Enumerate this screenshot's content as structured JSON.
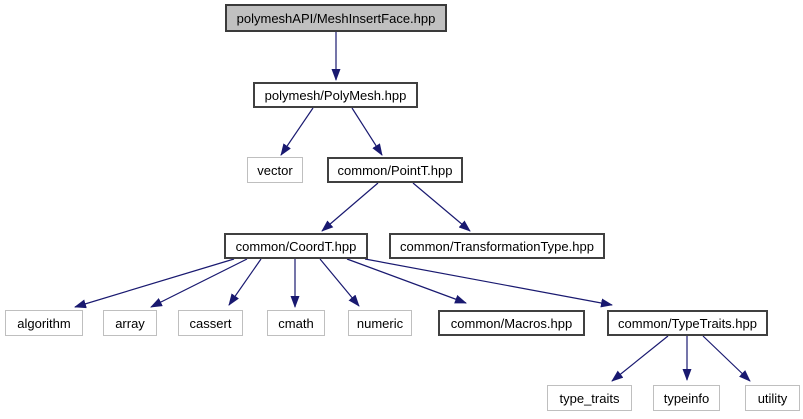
{
  "diagram": {
    "type": "include-dependency-graph",
    "root_file": "polymeshAPI/MeshInsertFace.hpp",
    "colors": {
      "arrow": "#191970",
      "root_fill": "#c0c0c0",
      "node_fill": "#ffffff",
      "project_border": "#404040",
      "system_border": "#bfbfbf",
      "text": "#000000",
      "background": "#ffffff"
    },
    "nodes": {
      "mesh_insert_face": {
        "label": "polymeshAPI/MeshInsertFace.hpp",
        "kind": "root"
      },
      "poly_mesh": {
        "label": "polymesh/PolyMesh.hpp",
        "kind": "project"
      },
      "vector": {
        "label": "vector",
        "kind": "system"
      },
      "point_t": {
        "label": "common/PointT.hpp",
        "kind": "project"
      },
      "coord_t": {
        "label": "common/CoordT.hpp",
        "kind": "project"
      },
      "transformation_type": {
        "label": "common/TransformationType.hpp",
        "kind": "project"
      },
      "algorithm": {
        "label": "algorithm",
        "kind": "system"
      },
      "array": {
        "label": "array",
        "kind": "system"
      },
      "cassert": {
        "label": "cassert",
        "kind": "system"
      },
      "cmath": {
        "label": "cmath",
        "kind": "system"
      },
      "numeric": {
        "label": "numeric",
        "kind": "system"
      },
      "macros": {
        "label": "common/Macros.hpp",
        "kind": "project"
      },
      "type_traits_hpp": {
        "label": "common/TypeTraits.hpp",
        "kind": "project"
      },
      "type_traits": {
        "label": "type_traits",
        "kind": "system"
      },
      "typeinfo": {
        "label": "typeinfo",
        "kind": "system"
      },
      "utility": {
        "label": "utility",
        "kind": "system"
      }
    },
    "edges": [
      {
        "from": "polymeshAPI/MeshInsertFace.hpp",
        "to": "polymesh/PolyMesh.hpp"
      },
      {
        "from": "polymesh/PolyMesh.hpp",
        "to": "vector"
      },
      {
        "from": "polymesh/PolyMesh.hpp",
        "to": "common/PointT.hpp"
      },
      {
        "from": "common/PointT.hpp",
        "to": "common/CoordT.hpp"
      },
      {
        "from": "common/PointT.hpp",
        "to": "common/TransformationType.hpp"
      },
      {
        "from": "common/CoordT.hpp",
        "to": "algorithm"
      },
      {
        "from": "common/CoordT.hpp",
        "to": "array"
      },
      {
        "from": "common/CoordT.hpp",
        "to": "cassert"
      },
      {
        "from": "common/CoordT.hpp",
        "to": "cmath"
      },
      {
        "from": "common/CoordT.hpp",
        "to": "numeric"
      },
      {
        "from": "common/CoordT.hpp",
        "to": "common/Macros.hpp"
      },
      {
        "from": "common/CoordT.hpp",
        "to": "common/TypeTraits.hpp"
      },
      {
        "from": "common/TypeTraits.hpp",
        "to": "type_traits"
      },
      {
        "from": "common/TypeTraits.hpp",
        "to": "typeinfo"
      },
      {
        "from": "common/TypeTraits.hpp",
        "to": "utility"
      }
    ]
  }
}
